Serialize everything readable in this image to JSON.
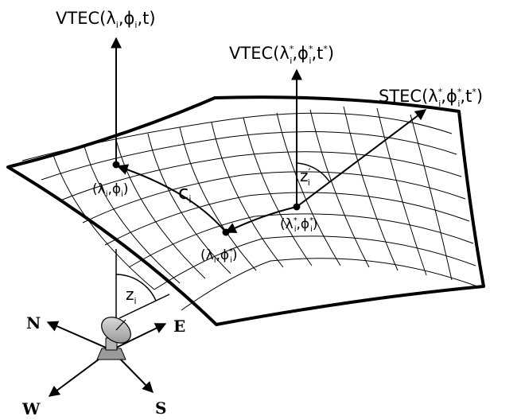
{
  "labels": {
    "vtec_top_base": "VTEC(",
    "vtec_top_lambda": "λ",
    "vtec_top_sub1": "i",
    "vtec_top_comma1": ",",
    "vtec_top_phi": "ϕ",
    "vtec_top_sub2": "i",
    "vtec_top_tail": ",t)",
    "vtec_mid_base": "VTEC(",
    "vtec_mid_lambda": "λ",
    "vtec_mid_star1": "*",
    "vtec_mid_sub1": "i",
    "vtec_mid_comma1": ",",
    "vtec_mid_phi": "ϕ",
    "vtec_mid_star2": "*",
    "vtec_mid_sub2": "i",
    "vtec_mid_comma2": ",t",
    "vtec_mid_star3": "*",
    "vtec_mid_close": ")",
    "stec_base": "STEC(",
    "stec_lambda": "λ",
    "stec_star1": "*",
    "stec_sub1": "i",
    "stec_comma1": ",",
    "stec_phi": "ϕ",
    "stec_star2": "*",
    "stec_sub2": "i",
    "stec_comma2": ",t",
    "stec_star3": "*",
    "stec_close": ")",
    "pt1_open": "(",
    "pt1_lambda": "λ",
    "pt1_sub1": "i",
    "pt1_comma": ",",
    "pt1_phi": "ϕ",
    "pt1_sub2": "i",
    "pt1_close": ")",
    "pt2_open": "(",
    "pt2_lambda": "λ",
    "pt2_sub1": "i",
    "pt2_comma": ",",
    "pt2_phi": "ϕ",
    "pt2_star": "*",
    "pt2_sub2": "i",
    "pt2_close": ")",
    "pt3_open": "(",
    "pt3_lambda": "λ",
    "pt3_star1": "*",
    "pt3_sub1": "i",
    "pt3_comma": ",",
    "pt3_phi": "ϕ",
    "pt3_star2": "*",
    "pt3_sub2": "i",
    "pt3_close": ")",
    "ci_base": "c",
    "ci_sub": "i",
    "zprime_base": "z",
    "zprime_prime": "′",
    "zprime_sub": "i",
    "zi_base": "z",
    "zi_sub": "i"
  },
  "directions": {
    "north": "N",
    "east": "E",
    "west": "W",
    "south": "S"
  }
}
